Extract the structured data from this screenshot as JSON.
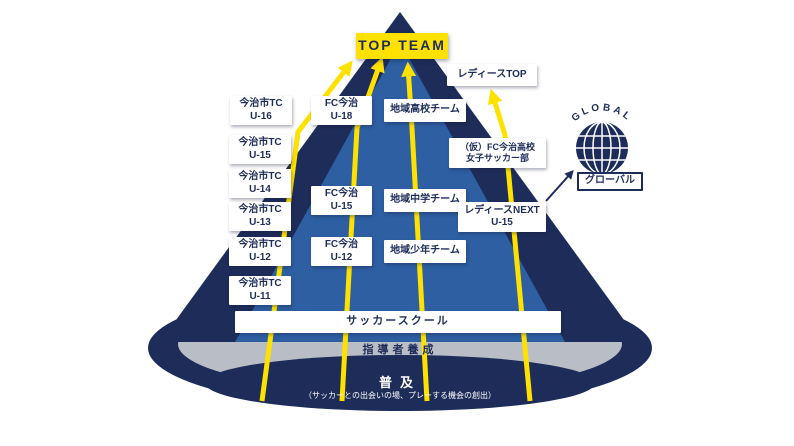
{
  "top_team": "TOP TEAM",
  "ladies": {
    "top": "レディースTOP",
    "highschool_line1": "（仮）FC今治高校",
    "highschool_line2": "女子サッカー部",
    "next_line1": "レディースNEXT",
    "next_line2": "U-15"
  },
  "tc_column": [
    {
      "line1": "今治市TC",
      "line2": "U-16"
    },
    {
      "line1": "今治市TC",
      "line2": "U-15"
    },
    {
      "line1": "今治市TC",
      "line2": "U-14"
    },
    {
      "line1": "今治市TC",
      "line2": "U-13"
    },
    {
      "line1": "今治市TC",
      "line2": "U-12"
    },
    {
      "line1": "今治市TC",
      "line2": "U-11"
    }
  ],
  "fc_column": [
    {
      "line1": "FC今治",
      "line2": "U-18"
    },
    {
      "line1": "FC今治",
      "line2": "U-15"
    },
    {
      "line1": "FC今治",
      "line2": "U-12"
    }
  ],
  "regional_column": [
    {
      "label": "地域高校チーム"
    },
    {
      "label": "地域中学チーム"
    },
    {
      "label": "地域少年チーム"
    }
  ],
  "global": {
    "arc": "GLOBAL",
    "label": "グローバル",
    "icon": "globe-icon"
  },
  "school": "サッカースクール",
  "coach_training": "指導者養成",
  "spread": "普及",
  "spread_note": "（サッカーとの出会いの場、プレーする機会の創出）",
  "colors": {
    "navy": "#1e2c5a",
    "blue": "#2e5fa3",
    "yellow": "#ffe100",
    "gray": "#b9bdc5"
  }
}
